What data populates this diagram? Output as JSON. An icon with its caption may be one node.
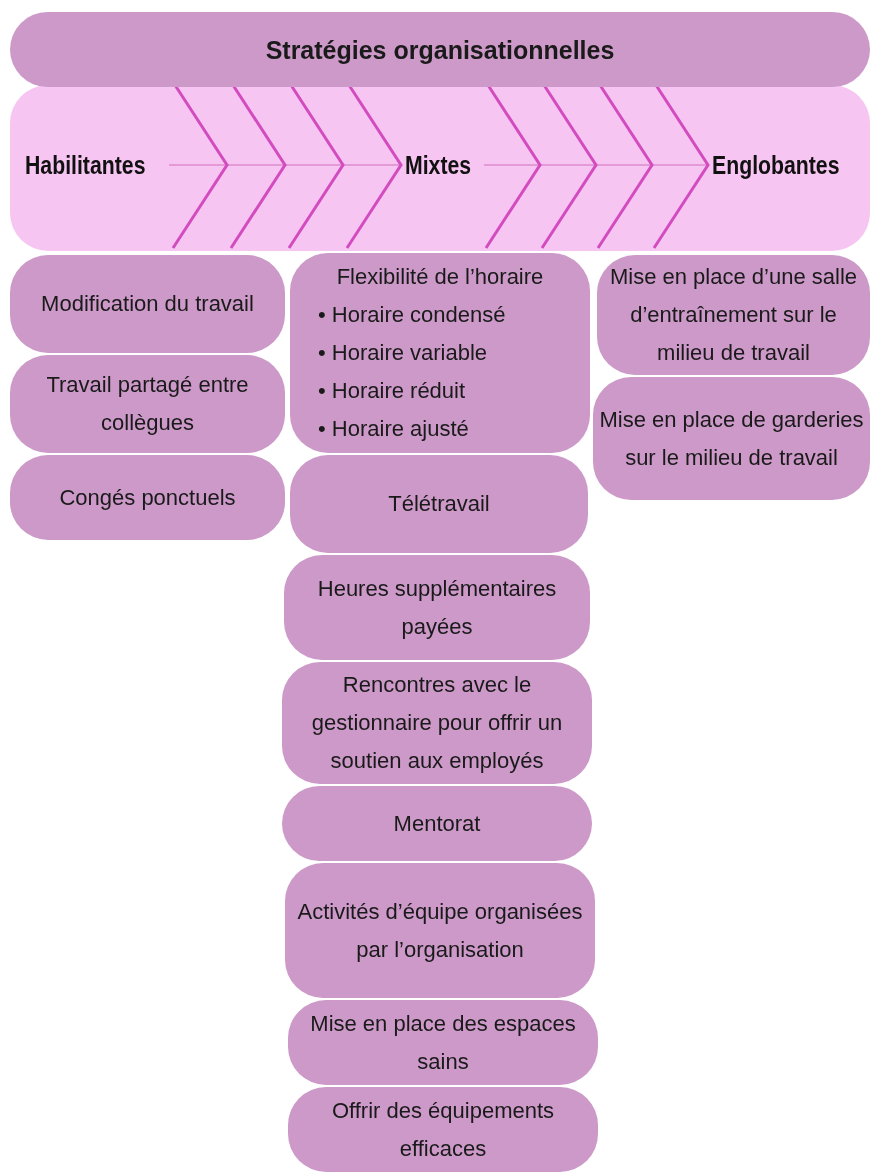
{
  "diagram": {
    "nodes": [
      {
        "text": [
          "Stratégies organisationnelles"
        ]
      },
      {
        "text": [],
        "shape": "band"
      },
      {
        "text": [
          "Habilitantes"
        ],
        "in": 1
      },
      {
        "text": [
          "Mixtes"
        ],
        "in": 1
      },
      {
        "text": [
          "Englobantes"
        ],
        "in": 1
      },
      {
        "text": [
          "Modification du travail"
        ]
      },
      {
        "text": [
          "Flexibilité de l’horaire",
          "• Horaire condensé",
          "• Horaire variable",
          "• Horaire réduit",
          "• Horaire ajusté"
        ]
      },
      {
        "text": [
          "Mise en place d’une salle d’entraînement sur le milieu de travail"
        ]
      },
      {
        "text": [
          "Travail partagé entre collègues"
        ]
      },
      {
        "text": [
          "Mise en place de garderies sur le milieu de travail"
        ]
      },
      {
        "text": [
          "Congés ponctuels"
        ]
      },
      {
        "text": [
          "Télétravail"
        ]
      },
      {
        "text": [
          "Heures supplémentaires payées"
        ]
      },
      {
        "text": [
          "Rencontres avec le gestionnaire pour offrir un soutien aux employés"
        ]
      },
      {
        "text": [
          "Mentorat"
        ]
      },
      {
        "text": [
          "Activités d’équipe organisées par l’organisation"
        ]
      },
      {
        "text": [
          "Mise en place des espaces sains"
        ]
      },
      {
        "text": [
          "Offrir des équipements efficaces"
        ]
      }
    ],
    "edges": [
      {
        "from": 2,
        "to": 3,
        "arrow": "to"
      },
      {
        "from": 3,
        "to": 4,
        "arrow": "to"
      }
    ]
  }
}
